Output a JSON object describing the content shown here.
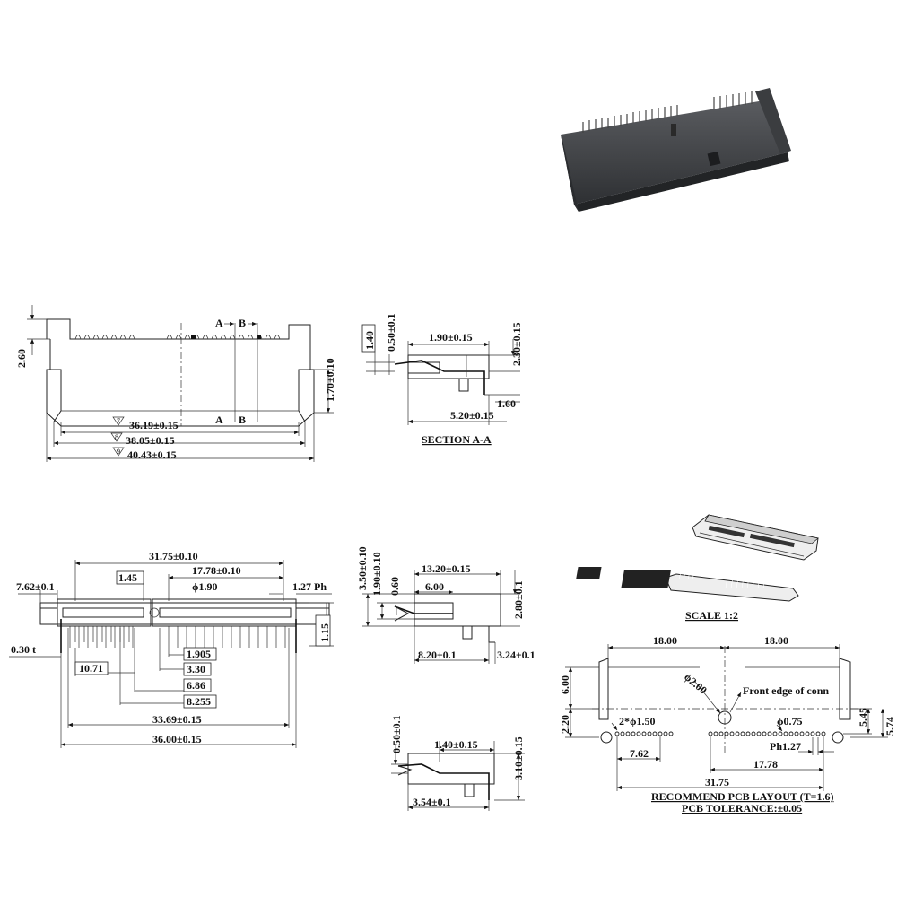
{
  "colors": {
    "ink": "#111111",
    "photo_body": "#3a3c3f",
    "photo_dark": "#222426",
    "pin": "#444444"
  },
  "photo": {
    "name": "connector-photo"
  },
  "top_view": {
    "dims": {
      "h_260": "2.60",
      "h_170": "1.70±0.10",
      "w_3619": "36.19±0.15",
      "w_3805": "38.05±0.15",
      "w_4043": "40.43±0.15",
      "mark_a": "A",
      "mark_b": "B",
      "tri_1": "7",
      "tri_2": "8",
      "tri_3": "9"
    }
  },
  "section_aa": {
    "title": "SECTION A-A",
    "dims": {
      "d140": "1.40",
      "d050": "0.50±0.1",
      "d190": "1.90±0.15",
      "d230": "2.30±0.15",
      "d160": "1.60",
      "d520": "5.20±0.15"
    }
  },
  "front_view": {
    "dims": {
      "d3175": "31.75±0.10",
      "d145": "1.45",
      "d1778": "17.78±0.10",
      "d762": "7.62±0.1",
      "phi190": "ϕ1.90",
      "pitch": "1.27 Ph",
      "d030": "0.30 t",
      "d115": "1.15",
      "d1905": "1.905",
      "d1071": "10.71",
      "d330": "3.30",
      "d686": "6.86",
      "d8255": "8.255",
      "d3369": "33.69±0.15",
      "d3600": "36.00±0.15"
    }
  },
  "side_view": {
    "dims": {
      "d350": "3.50±0.10",
      "d190": "1.90±0.10",
      "d060": "0.60",
      "d1320": "13.20±0.15",
      "d600": "6.00",
      "d280": "2.80±0.1",
      "d820": "8.20±0.1",
      "d324": "3.24±0.1"
    }
  },
  "section_b": {
    "dims": {
      "d050": "0.50±0.1",
      "d140": "1.40±0.15",
      "d310": "3.10±0.15",
      "d354": "3.54±0.1"
    }
  },
  "scale_note": "SCALE 1:2",
  "pcb_layout": {
    "dims": {
      "d1800a": "18.00",
      "d1800b": "18.00",
      "d600": "6.00",
      "d220": "2.20",
      "phi200": "ϕ2.00",
      "front_edge": "Front edge of conn",
      "d545": "5.45",
      "d574": "5.74",
      "hole150": "2*ϕ1.50",
      "phi075": "ϕ0.75",
      "d762": "7.62",
      "ph127": "Ph1.27",
      "d1778": "17.78",
      "d3175": "31.75"
    },
    "title": "RECOMMEND PCB LAYOUT (T=1.6)",
    "tolerance": "PCB TOLERANCE:±0.05"
  }
}
